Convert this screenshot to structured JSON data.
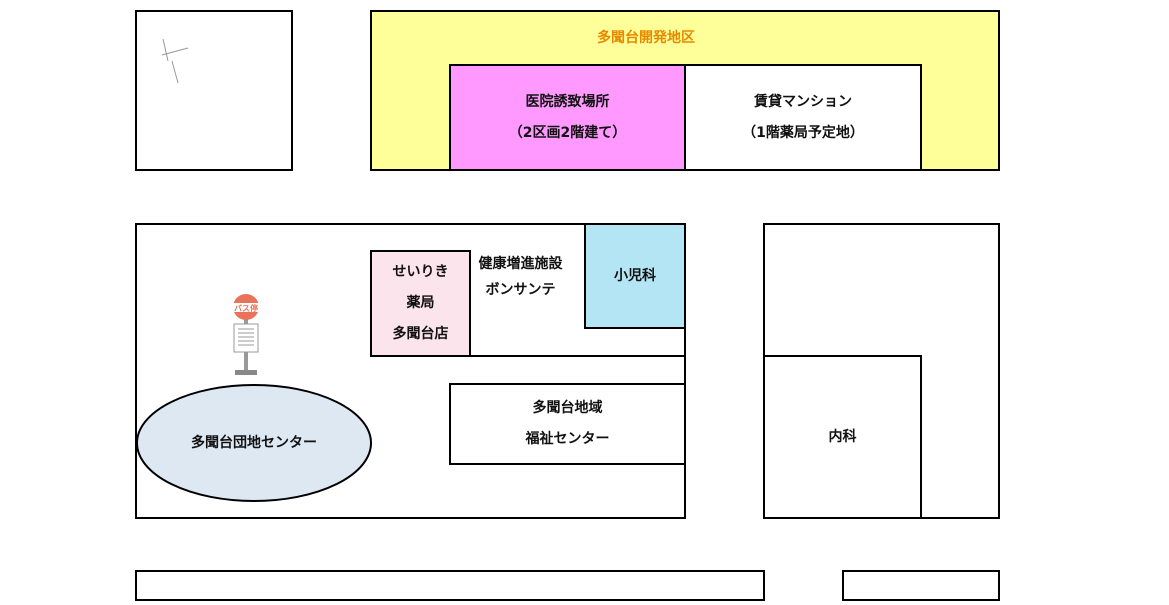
{
  "map": {
    "development_area": "多聞台開発地区",
    "clinic_site": [
      "医院誘致場所",
      "（2区画2階建て）"
    ],
    "rental_mansion": [
      "賃貸マンション",
      "（1階薬局予定地）"
    ],
    "pharmacy": [
      "せいりき",
      "薬局",
      "多聞台店"
    ],
    "health_facility": [
      "健康増進施設",
      "ボンサンテ"
    ],
    "pediatrics": "小児科",
    "welfare_center": [
      "多聞台地域",
      "福祉センター"
    ],
    "internal_medicine": "内科",
    "danchi_center": "多聞台団地センター",
    "bus_stop_sign": "バス停"
  },
  "colors": {
    "development_area": "#ffff99",
    "development_label": "#e58a00",
    "clinic_site": "#ff99ff",
    "pharmacy": "#fce4ec",
    "pediatrics": "#b3e5f5",
    "danchi_center": "#dde8f3",
    "bus_stop_sign": "#e8735a",
    "road": "#ffffff",
    "outline": "#000000"
  }
}
